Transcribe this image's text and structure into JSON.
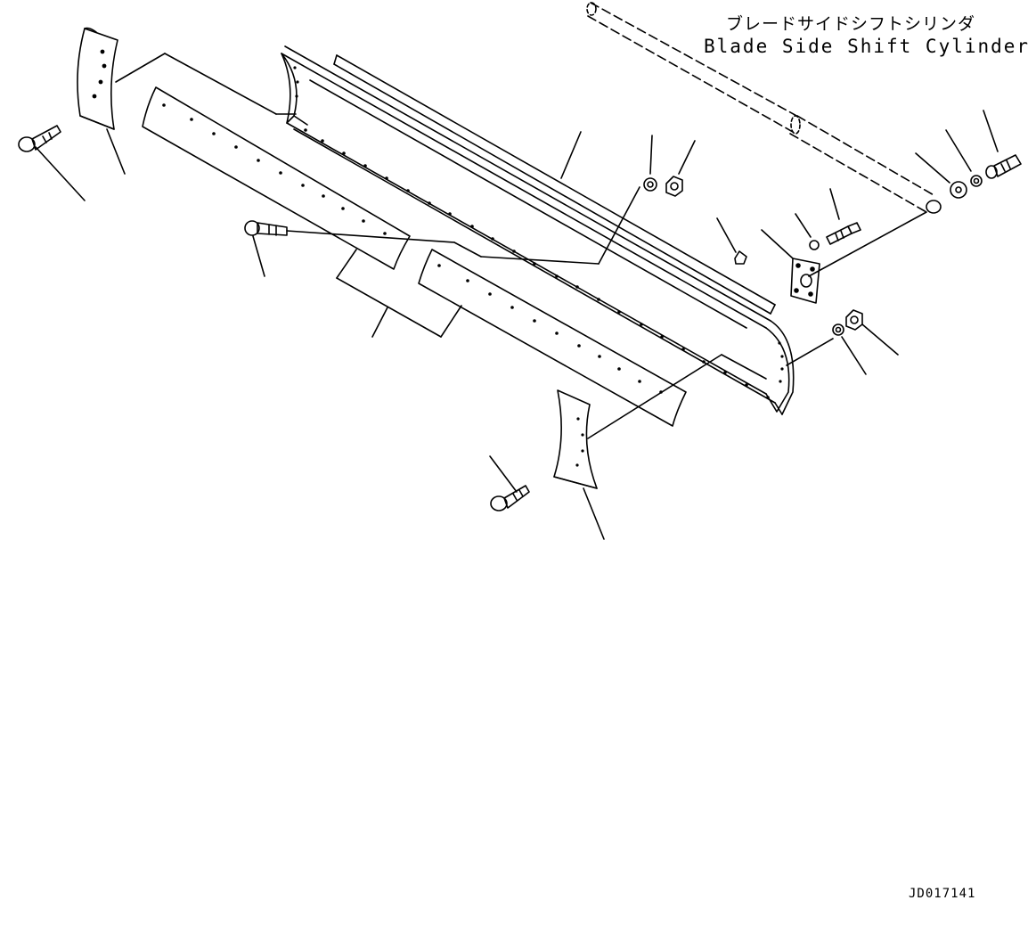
{
  "callout_label": {
    "japanese": "ブレードサイドシフトシリンダ",
    "english": "Blade Side Shift Cylinder"
  },
  "drawing_id": "JD017141",
  "colors": {
    "line": "#000000",
    "background": "#ffffff"
  }
}
